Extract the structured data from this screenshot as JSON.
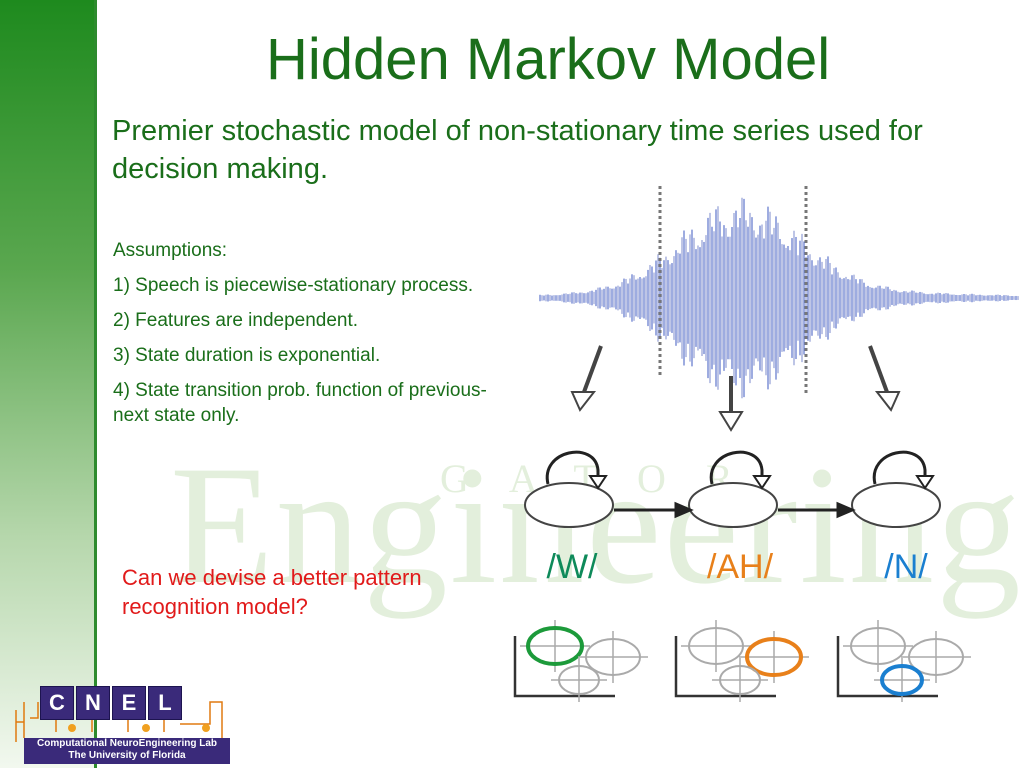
{
  "slide": {
    "title": "Hidden Markov Model",
    "subtitle": "Premier stochastic model of non-stationary time series used for decision making.",
    "assumptions_heading": "Assumptions:",
    "assumptions": [
      "1) Speech is piecewise-stationary process.",
      "2) Features are independent.",
      "3) State duration is exponential.",
      "4) State transition prob. function of previous-next state only."
    ],
    "question": "Can we devise a better pattern recognition model?",
    "watermark": "Engineering",
    "watermark_small": "GATOR"
  },
  "figure": {
    "states": [
      {
        "label": "/W/",
        "color": "#0e8a5a",
        "ellipse_color": "#1c9a3a"
      },
      {
        "label": "/AH/",
        "color": "#e8801a",
        "ellipse_color": "#e8801a"
      },
      {
        "label": "/N/",
        "color": "#1a7fd0",
        "ellipse_color": "#1a7fd0"
      }
    ]
  },
  "logo": {
    "letters": [
      "C",
      "N",
      "E",
      "L"
    ],
    "line1": "Computational NeuroEngineering Lab",
    "line2": "The University of Florida"
  },
  "colors": {
    "title_green": "#1a6e1a",
    "question_red": "#e11a1a",
    "logo_purple": "#3a2a7a"
  }
}
